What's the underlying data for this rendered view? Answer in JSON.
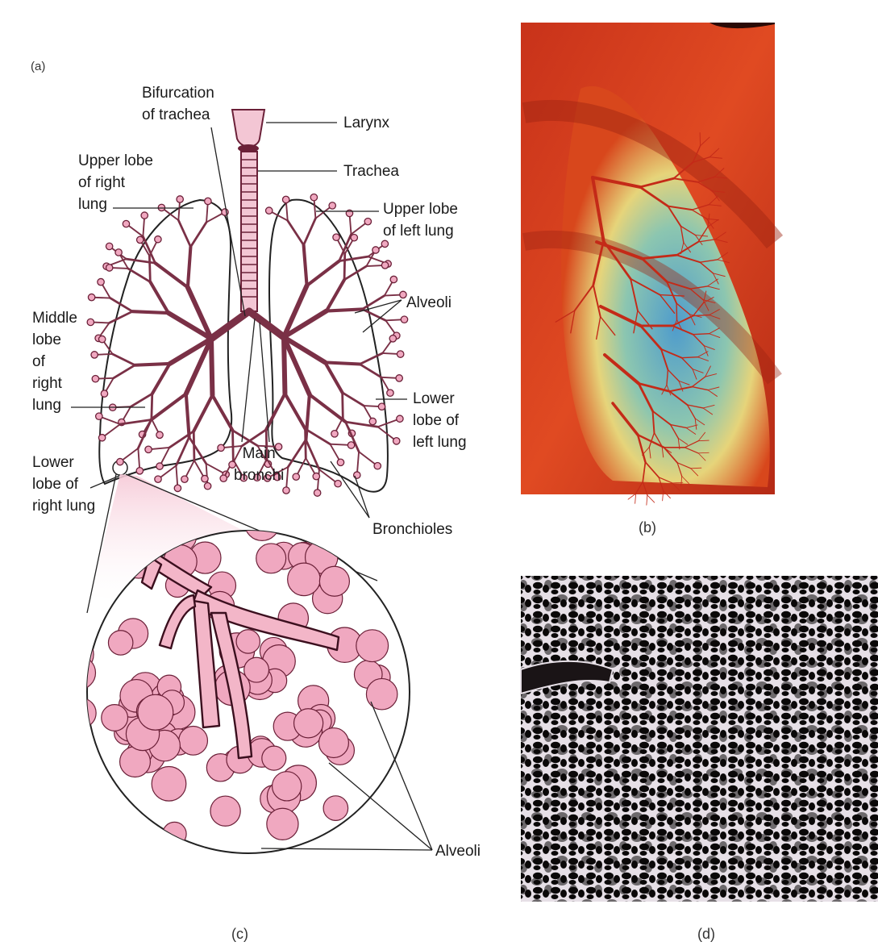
{
  "figure": {
    "panels": {
      "a": "(a)",
      "b": "(b)",
      "c": "(c)",
      "d": "(d)"
    },
    "labels": {
      "bifurcation": "Bifurcation\nof trachea",
      "larynx": "Larynx",
      "trachea": "Trachea",
      "upper_lobe_right": "Upper lobe\nof right\nlung",
      "upper_lobe_left": "Upper lobe\nof left lung",
      "alveoli_a": "Alveoli",
      "middle_lobe_right": "Middle\nlobe\nof\nright\nlung",
      "lower_lobe_left": "Lower\nlobe of\nleft lung",
      "main_bronchi": "Main\nbronchi",
      "lower_lobe_right": "Lower\nlobe of\nright lung",
      "bronchioles": "Bronchioles",
      "alveoli_c": "Alveoli"
    },
    "colors": {
      "airway": "#7a3046",
      "alveolus_pink": "#f0a8c0",
      "alveolus_edge": "#6b2038",
      "photo_red": "#d8321c",
      "photo_blue": "#5aa0c8",
      "photo_yellow": "#e8d27a",
      "micrograph_bg": "#0a0808",
      "micrograph_wall": "#e6dfe6"
    }
  }
}
